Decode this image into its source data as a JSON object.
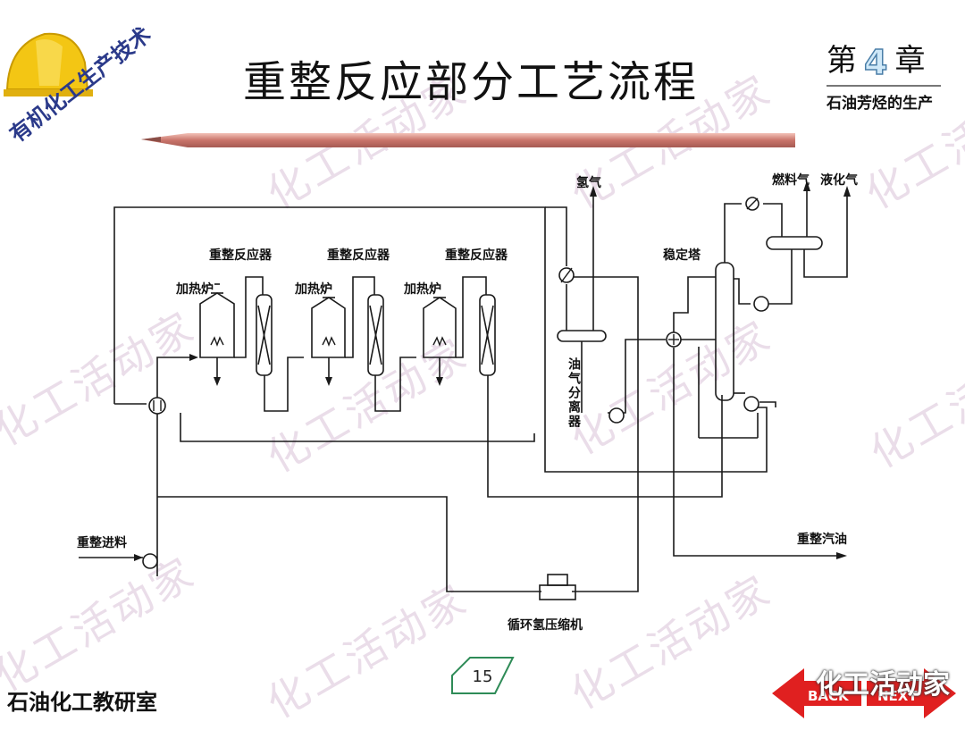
{
  "slide": {
    "title": "重整反应部分工艺流程",
    "chapter": {
      "prefix": "第",
      "number": "4",
      "suffix": "章",
      "subtitle": "石油芳烃的生产"
    },
    "footer": "石油化工教研室",
    "page_number": "15",
    "logo_text": "有机化工生产技术",
    "wechat": "化工活动家",
    "nav": {
      "back": "BACK",
      "next": "NEXT"
    },
    "watermark": "化工活动家"
  },
  "diagram": {
    "labels": {
      "hydrogen": "氢气",
      "fuel_gas": "燃料气",
      "lpg": "液化气",
      "stabilizer": "稳定塔",
      "reactor": "重整反应器",
      "heater": "加热炉",
      "separator": "油气分离器",
      "feed": "重整进料",
      "product": "重整汽油",
      "compressor": "循环氢压缩机"
    }
  },
  "colors": {
    "line": "#1a1a1a",
    "pencil": "#c9746a",
    "nav_red": "#e02020",
    "page_badge": "#2e8b57"
  }
}
